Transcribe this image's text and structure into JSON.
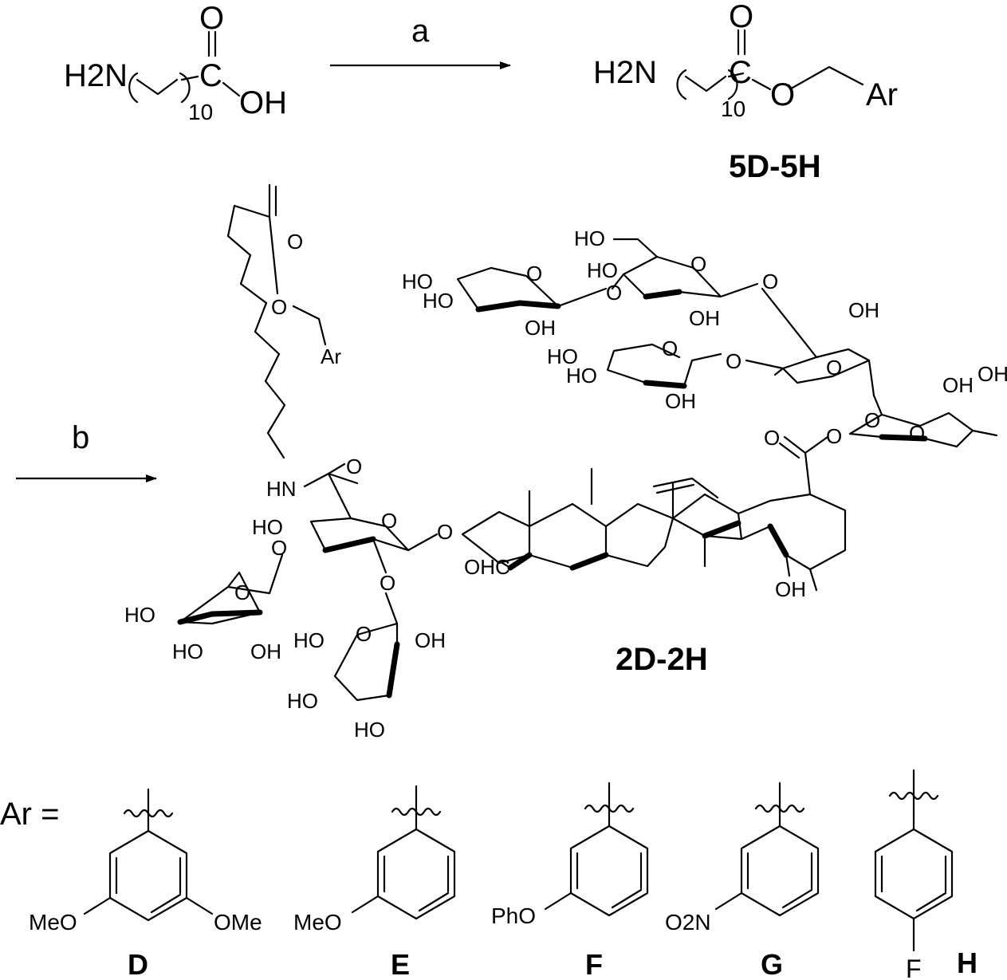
{
  "reaction1": {
    "reactant": {
      "h2n": "H2N",
      "c": "C",
      "o": "O",
      "oh": "OH",
      "sub": "10"
    },
    "reagent_a": "a",
    "product": {
      "h2n": "H2N",
      "c": "C",
      "o_carbonyl": "O",
      "o_ester": "O",
      "ar": "Ar",
      "sub": "10"
    },
    "product_label": "5D-5H"
  },
  "reaction2": {
    "reagent_b": "b",
    "product_label": "2D-2H",
    "groups": {
      "o_top": "O",
      "o_ester": "O",
      "ar": "Ar",
      "hn": "HN",
      "o_amide": "O",
      "ho_gluc": "HO",
      "o_gluc_ring": "O",
      "o_gluc_link": "O",
      "o_gluc_ring2": "O",
      "o_gal_link": "O",
      "ho_rha1": "HO",
      "ho_rha2": "HO",
      "oh_rha": "OH",
      "o_rha": "O",
      "ho_gal1": "HO",
      "o_gal": "O",
      "oh_gal1": "OH",
      "ho_gal2": "HO",
      "ho_gal3": "HO",
      "o_aglycone": "O",
      "ohc": "OHC",
      "oh_agly": "OH",
      "o_ester_c28": "O",
      "o_ester_link": "O",
      "ho_xyl1a": "HO",
      "ho_xyl1b": "HO",
      "o_xyl1": "O",
      "oh_xyl1": "OH",
      "o_xyl1_link": "O",
      "ho_glc": "HO",
      "ho_glc2": "HO",
      "o_glc": "O",
      "oh_glc": "OH",
      "o_glc_link": "O",
      "ho_xyl2a": "HO",
      "ho_xyl2b": "HO",
      "o_xyl2": "O",
      "oh_xyl2": "OH",
      "o_xyl2_link": "O",
      "oh_fuc": "OH",
      "o_fuc": "O",
      "o_fuc_link": "O",
      "o_rha2": "O",
      "oh_rha2a": "OH",
      "oh_rha2b": "OH"
    }
  },
  "ar_definition": {
    "label": "Ar =",
    "substituents": [
      {
        "id": "D",
        "groups": [
          "MeO",
          "OMe"
        ]
      },
      {
        "id": "E",
        "groups": [
          "MeO"
        ]
      },
      {
        "id": "F",
        "groups": [
          "PhO"
        ]
      },
      {
        "id": "G",
        "groups": [
          "O2N"
        ]
      },
      {
        "id": "H",
        "groups": [
          "F"
        ]
      }
    ]
  }
}
